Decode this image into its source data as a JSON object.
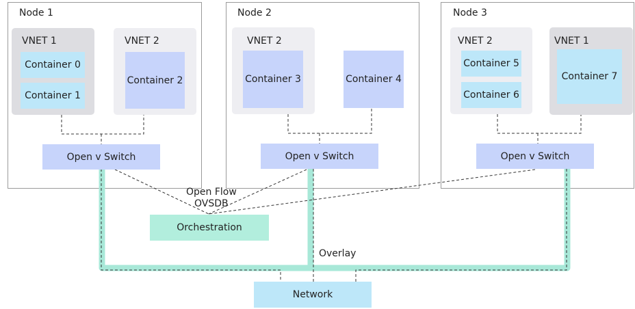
{
  "nodes": [
    {
      "label": "Node 1",
      "vnets": [
        {
          "label": "VNET 1",
          "containers": [
            "Container 0",
            "Container 1"
          ]
        },
        {
          "label": "VNET 2",
          "containers": [
            "Container 2"
          ]
        }
      ],
      "switch": "Open v Switch"
    },
    {
      "label": "Node 2",
      "vnets": [
        {
          "label": "VNET 2",
          "containers": [
            "Container 3",
            "Container 4"
          ]
        }
      ],
      "switch": "Open v Switch"
    },
    {
      "label": "Node 3",
      "vnets": [
        {
          "label": "VNET 2",
          "containers": [
            "Container 5",
            "Container 6"
          ]
        },
        {
          "label": "VNET 1",
          "containers": [
            "Container 7"
          ]
        }
      ],
      "switch": "Open v Switch"
    }
  ],
  "control": {
    "openflow_label": "Open Flow",
    "ovsdb_label": "OVSDB",
    "orchestration": "Orchestration"
  },
  "overlay_label": "Overlay",
  "network": "Network",
  "colors": {
    "overlay_tunnel": "#a8e8d8",
    "vnet1_container": "#bde7f9",
    "vnet2_container": "#c7d4fb",
    "switch": "#c7d4fb",
    "orchestration": "#b2eedd",
    "network": "#bde7f9"
  }
}
